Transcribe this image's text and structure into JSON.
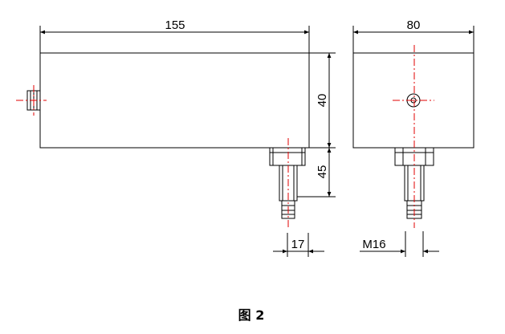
{
  "figure": {
    "dimensions": {
      "front_length": "155",
      "side_width": "80",
      "body_height": "40",
      "fitting_length": "45",
      "wrench_size": "17",
      "thread": "M16"
    },
    "caption": "图 2"
  },
  "colors": {
    "line": "#000000",
    "centerline": "#e00000",
    "background": "#ffffff"
  }
}
